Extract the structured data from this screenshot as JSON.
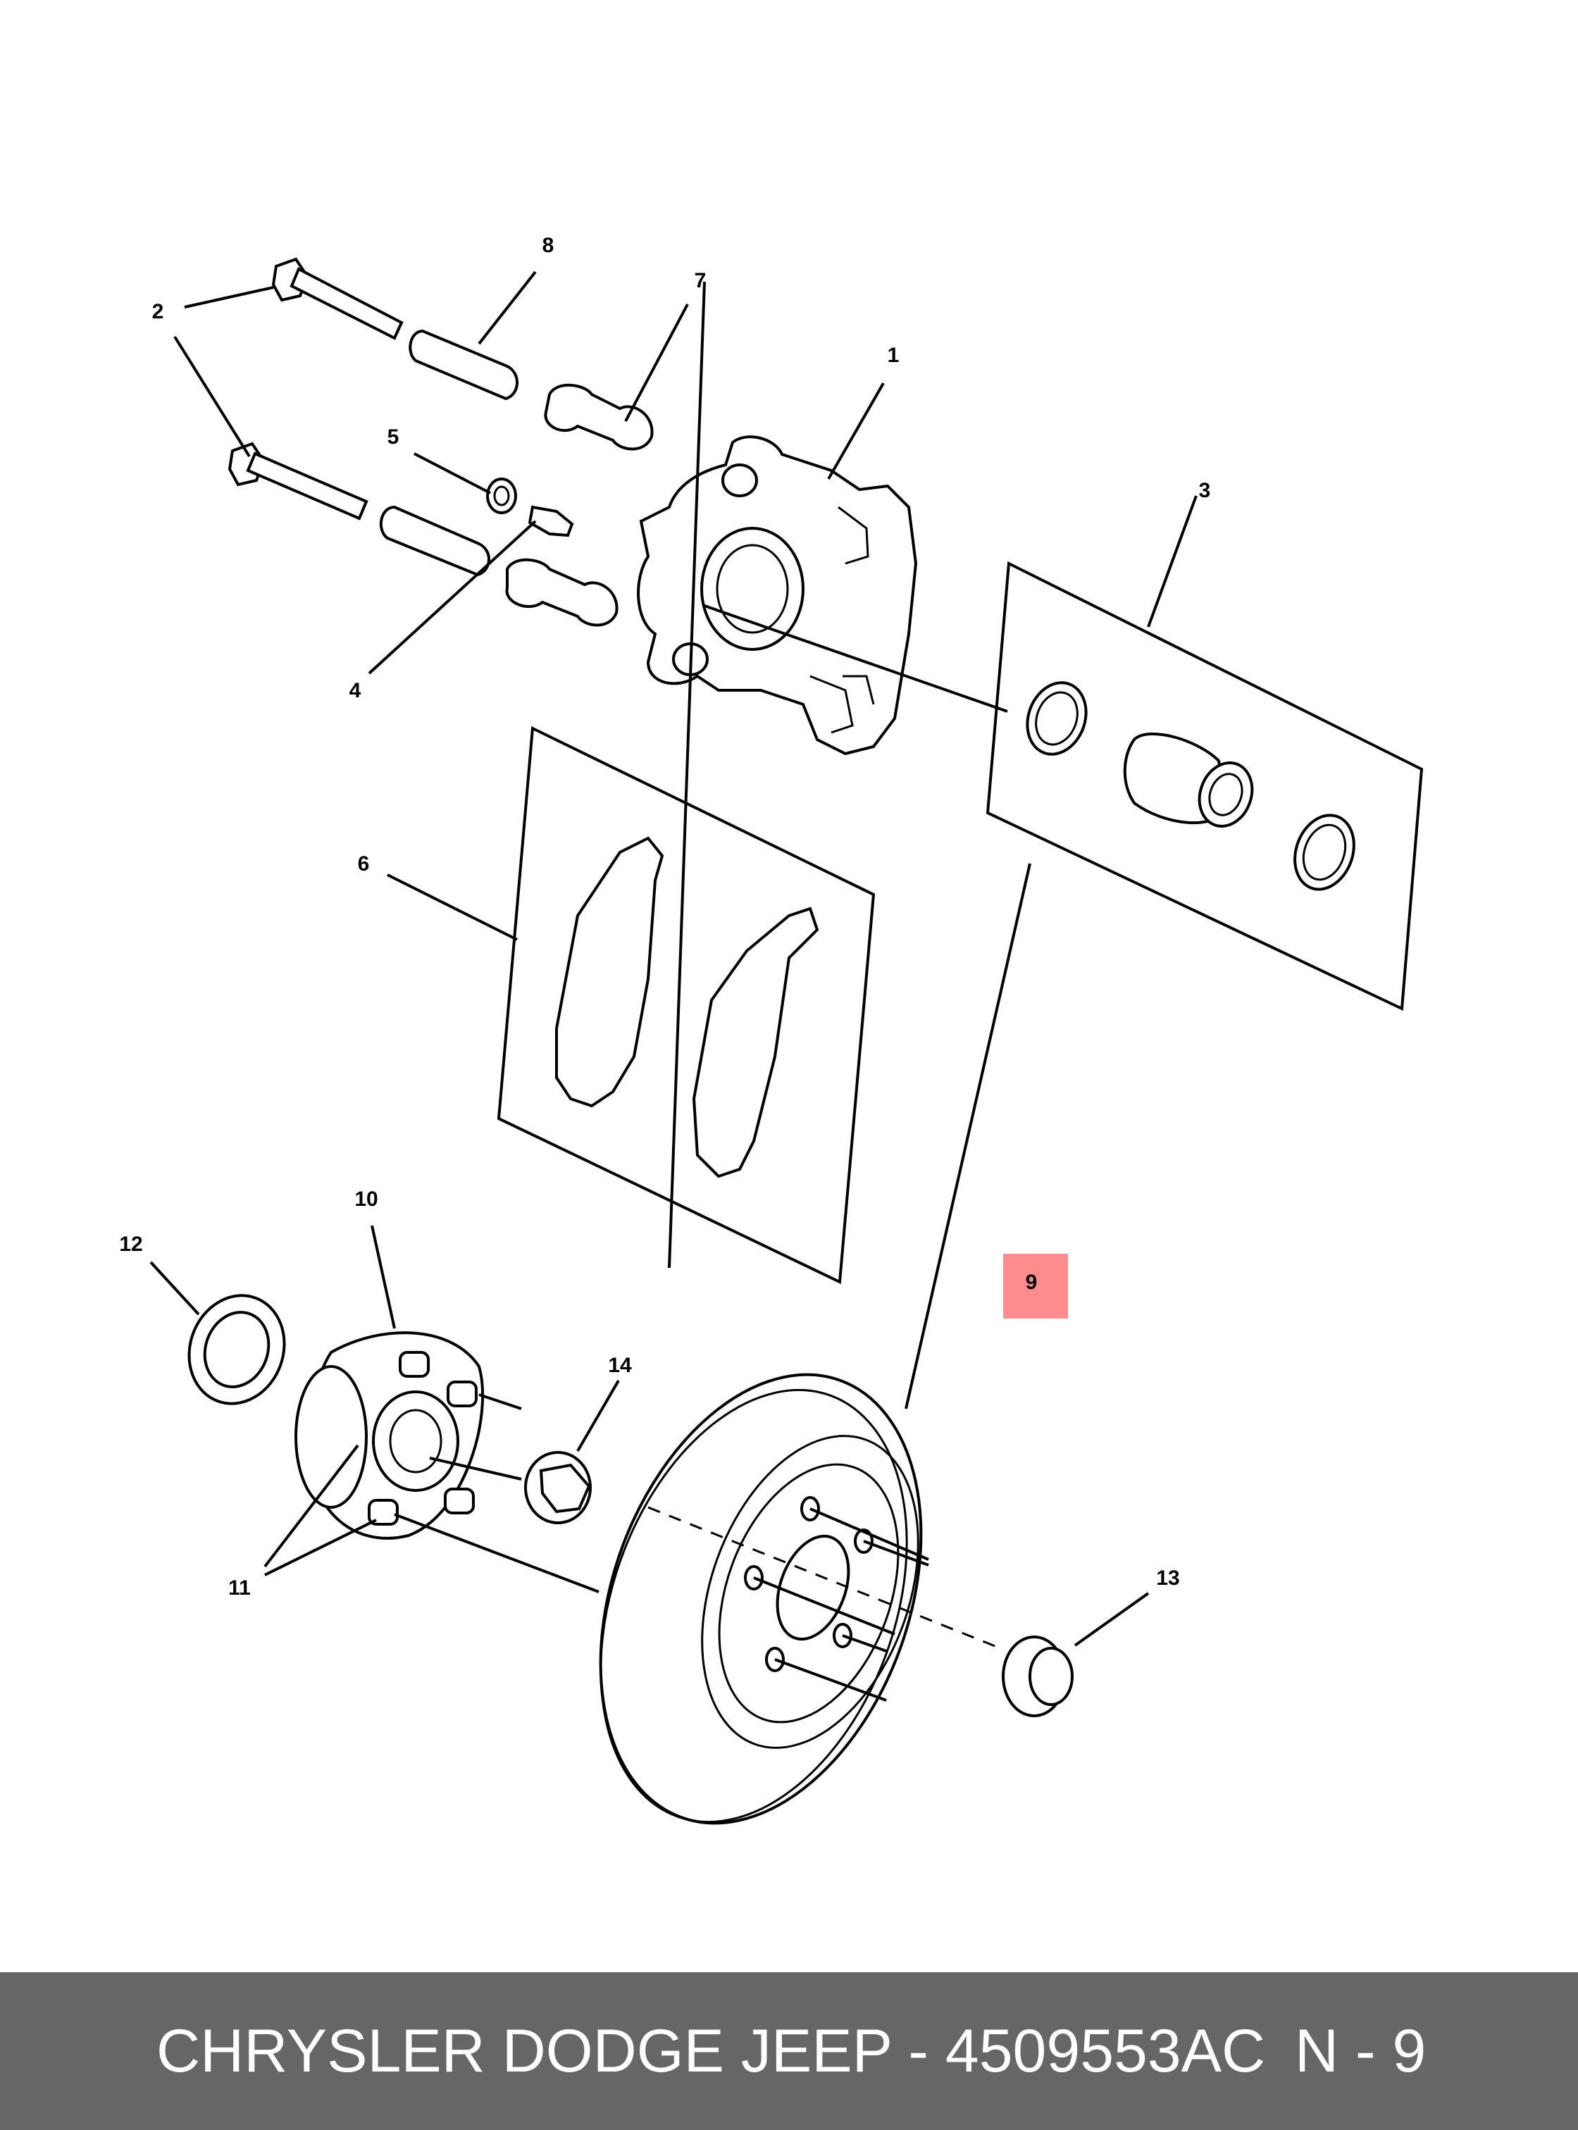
{
  "diagram": {
    "callouts": {
      "c1": "1",
      "c2": "2",
      "c3": "3",
      "c4": "4",
      "c5": "5",
      "c6": "6",
      "c7": "7",
      "c8": "8",
      "c9": "9",
      "c10": "10",
      "c11": "11",
      "c12": "12",
      "c13": "13",
      "c14": "14"
    },
    "highlighted_callout": "9",
    "highlight_color": "#FF8C8C"
  },
  "footer": {
    "title": "CHRYSLER DODGE JEEP - 4509553AC",
    "code": "N - 9",
    "background_color": "#666666",
    "text_color": "#FFFFFF"
  }
}
